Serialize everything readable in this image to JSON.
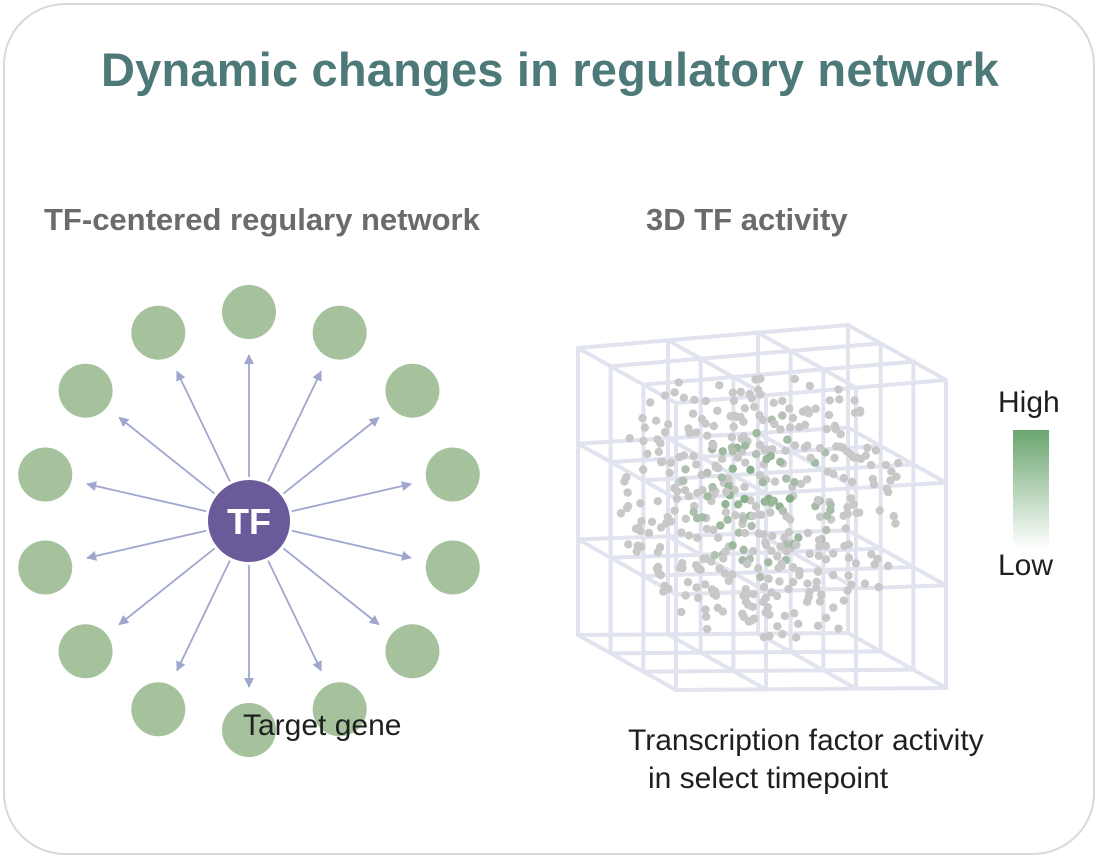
{
  "title": "Dynamic changes in regulatory network",
  "network": {
    "subtitle": "TF-centered regulary network",
    "hub_label": "TF",
    "target_label": "Target gene",
    "target_count": 14,
    "hub_color": "#6a5a9a",
    "target_color": "#a5c29d",
    "edge_color": "#9fa7cf"
  },
  "activity": {
    "subtitle": "3D TF activity",
    "caption_line1": "Transcription factor activity",
    "caption_line2": "in select timepoint",
    "legend_high": "High",
    "legend_low": "Low",
    "high_color": "#6aa56e",
    "low_color": "#ffffff",
    "inactive_color": "#c8c8c8",
    "grid_color": "#e1e4ef"
  }
}
